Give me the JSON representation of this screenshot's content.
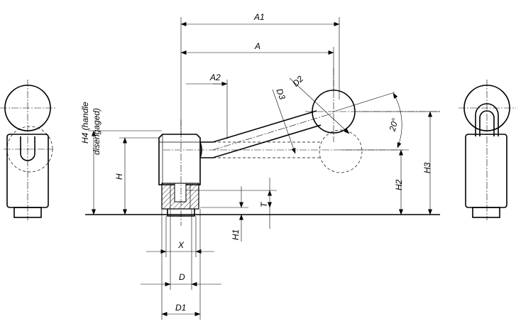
{
  "labels": {
    "a1": "A1",
    "a": "A",
    "a2": "A2",
    "d2": "D2",
    "d3": "D3",
    "h4_line1": "H4 (handle",
    "h4_line2": "disengaged)",
    "h": "H",
    "angle": "20°",
    "h2": "H2",
    "h3": "H3",
    "t": "T",
    "h1": "H1",
    "x": "X",
    "d": "D",
    "d1": "D1"
  }
}
